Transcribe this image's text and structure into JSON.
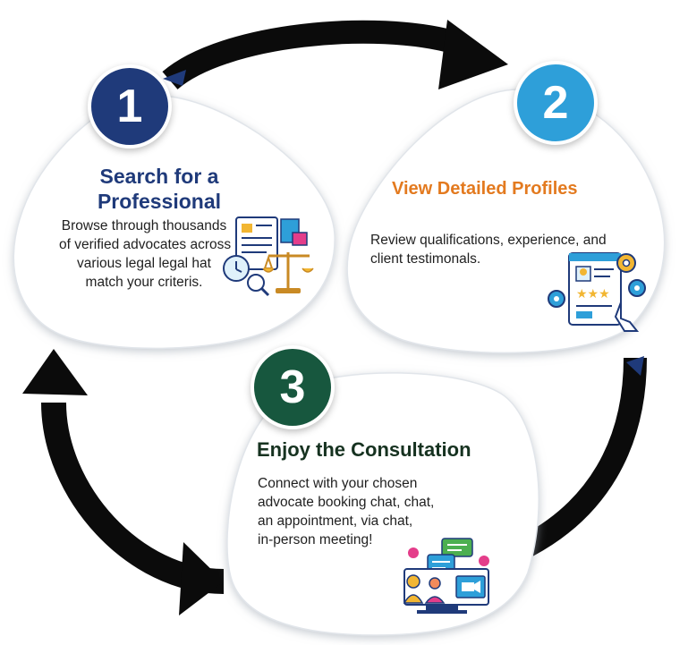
{
  "steps": [
    {
      "number": "1",
      "title_lines": [
        "Search for a",
        "Professional"
      ],
      "description_lines": [
        "Browse through thousands",
        "of verified advocates across",
        "various legal legal hat",
        "match your criteris."
      ],
      "badge_color": "#1f3a7a",
      "title_color": "#1f3a7a",
      "icon": "legal-documents-scales-icon"
    },
    {
      "number": "2",
      "title_lines": [
        "View Detailed Profiles"
      ],
      "description_lines": [
        "Review qualifications, experience, and",
        "client testimonals."
      ],
      "badge_color": "#2e9fd9",
      "title_color": "#e37a1f",
      "icon": "profile-rating-gears-icon"
    },
    {
      "number": "3",
      "title_lines": [
        "Enjoy the Consultation"
      ],
      "description_lines": [
        "Connect with your chosen",
        "advocate booking chat, chat,",
        "an appointment, via chat,",
        "in-person meeting!"
      ],
      "badge_color": "#17573e",
      "title_color": "#163220",
      "icon": "video-consultation-icon"
    }
  ],
  "colors": {
    "arrow": "#0b0b0b",
    "card": "#ffffff",
    "card_shadow": "#cfd4da"
  }
}
